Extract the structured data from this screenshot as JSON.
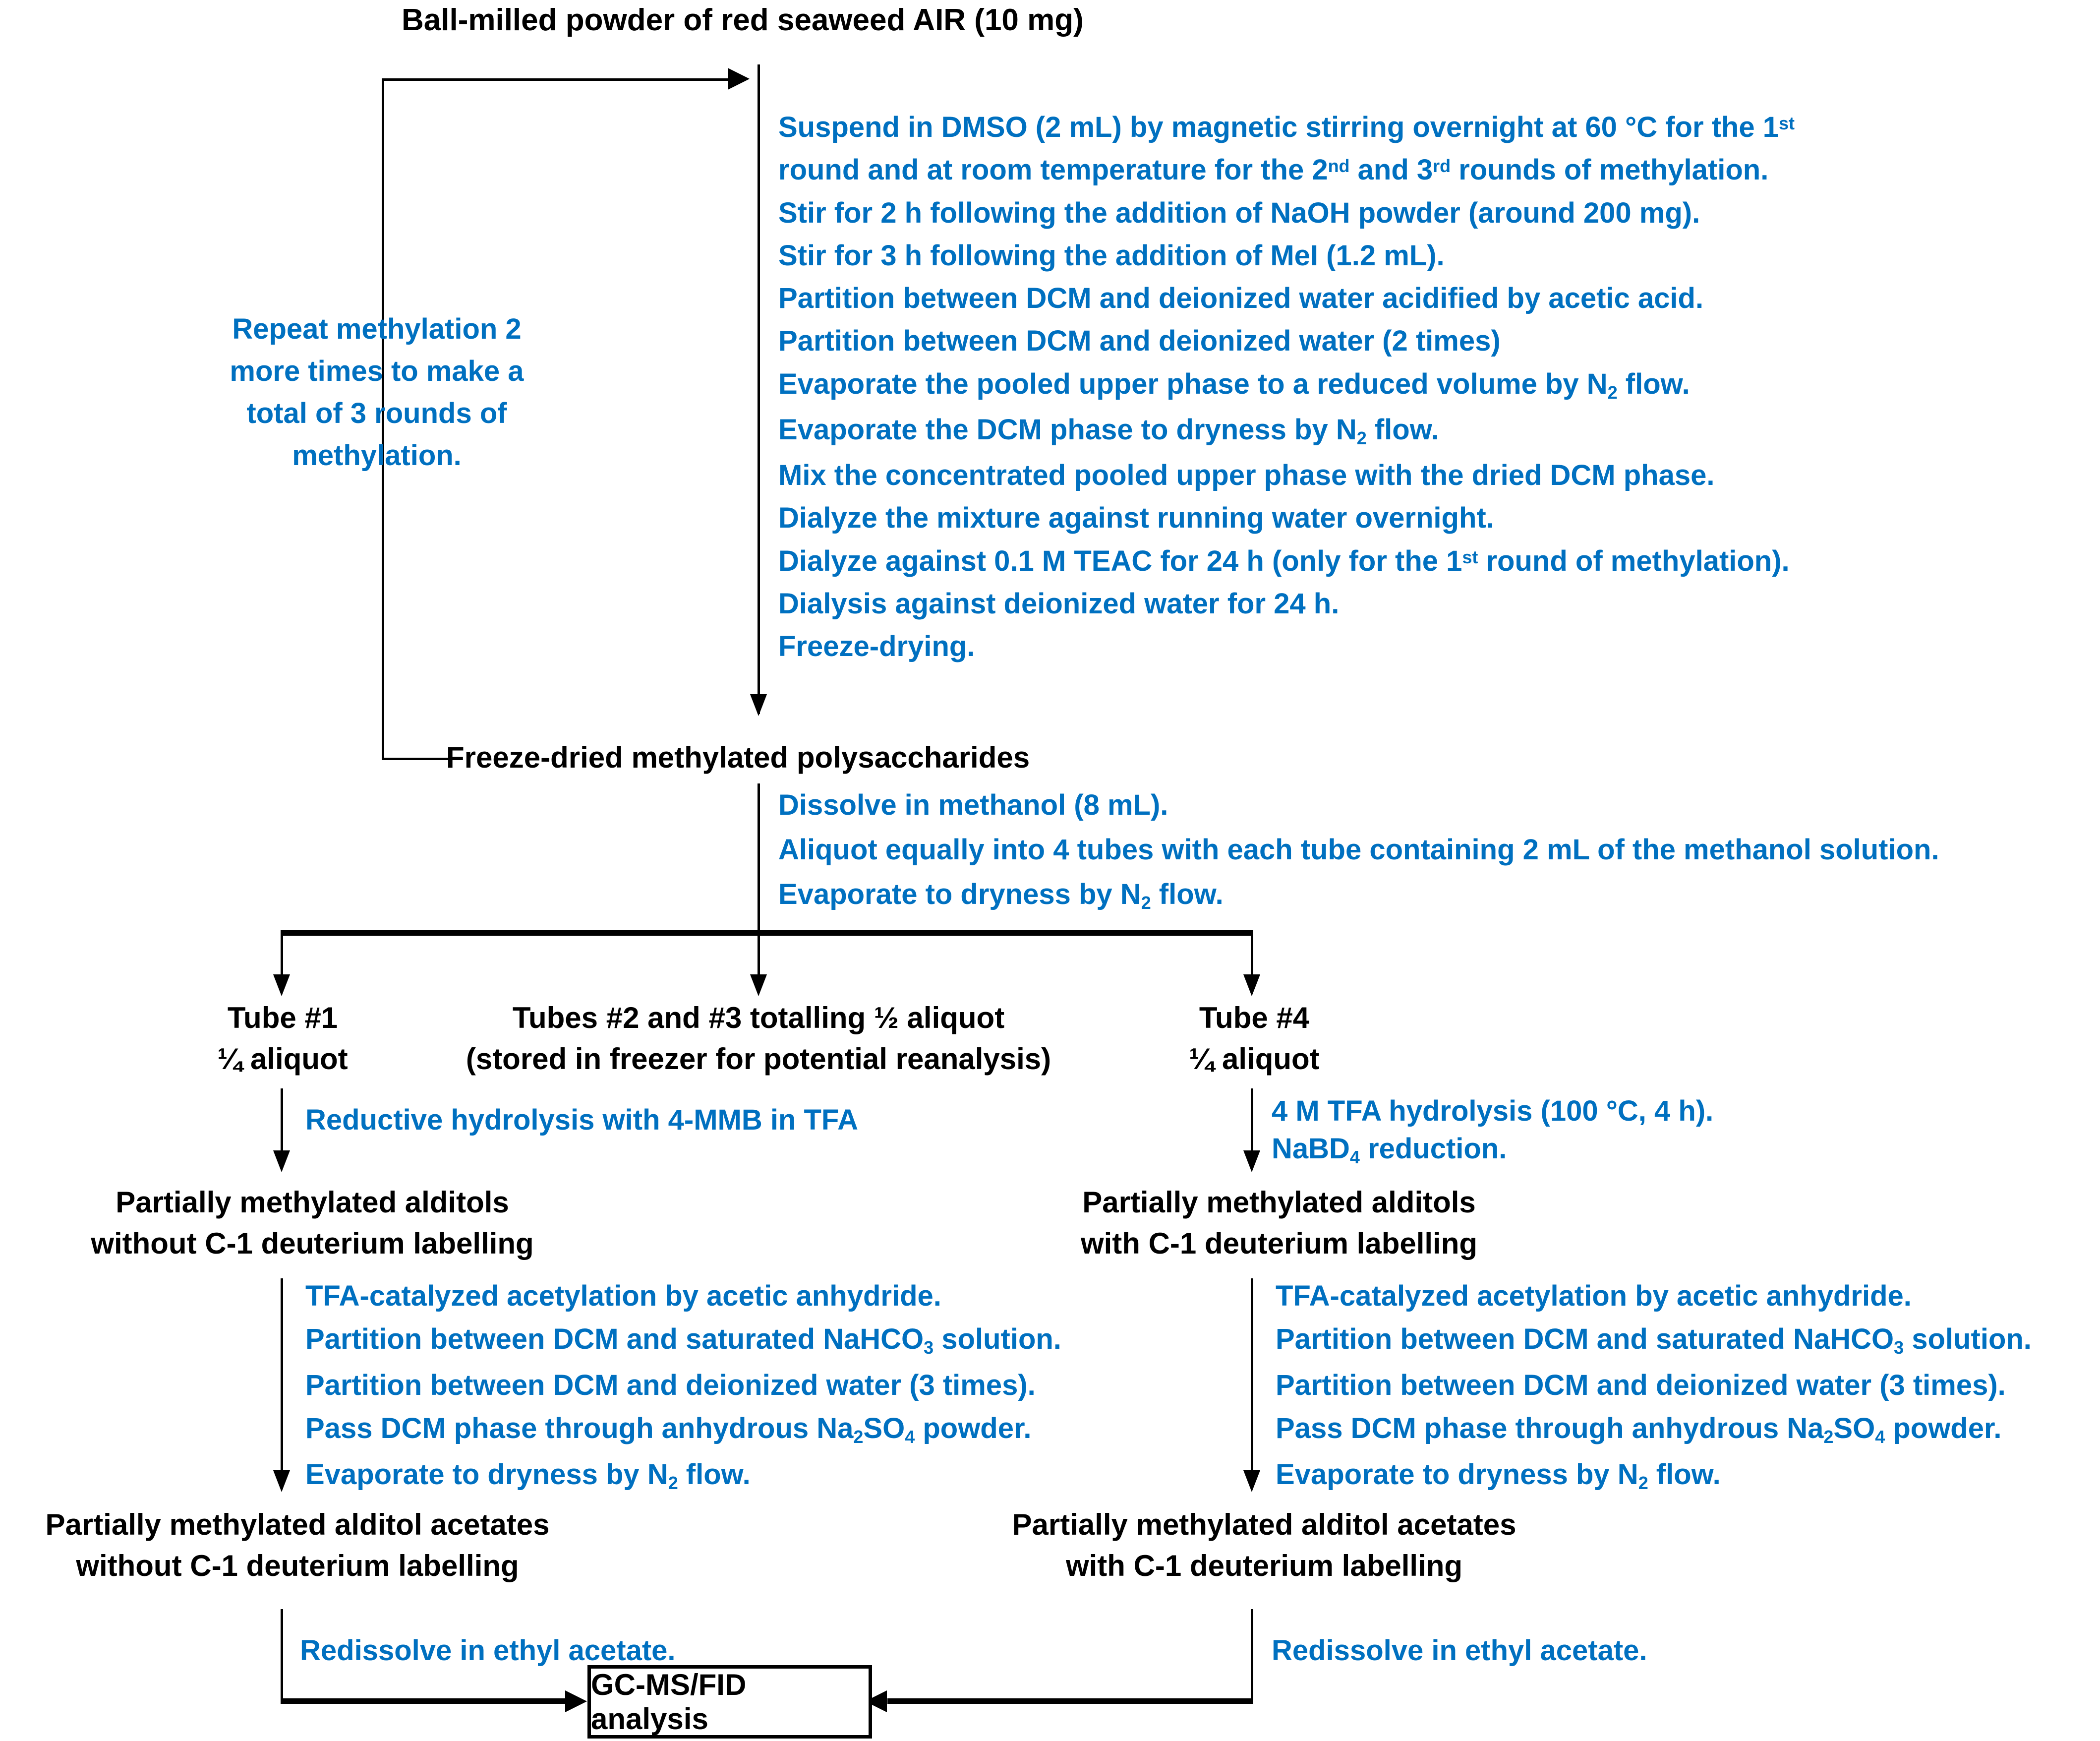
{
  "diagram": {
    "title_node": "Ball-milled powder of red seaweed AIR (10 mg)",
    "accent_blue": "#0070C0",
    "node_black": "#000000"
  },
  "methylation": {
    "steps": [
      "Suspend in DMSO (2 mL) by magnetic stirring overnight at 60 °C for the 1st",
      "round and at room temperature for the 2nd and 3rd rounds of methylation.",
      "Stir for 2 h following the addition of NaOH powder (around 200 mg).",
      "Stir for 3 h following the addition of MeI (1.2 mL).",
      "Partition between DCM and deionized water acidified by acetic acid.",
      "Partition between DCM and deionized water (2 times)",
      "Evaporate the pooled upper phase to a reduced volume by N2 flow.",
      "Evaporate the DCM phase to dryness by N2 flow.",
      "Mix the concentrated pooled upper phase with the dried DCM phase.",
      "Dialyze the mixture against running water overnight.",
      "Dialyze against 0.1 M TEAC for 24 h (only for the 1st round of methylation).",
      "Dialysis against deionized water for 24 h.",
      "Freeze-drying."
    ],
    "recycle_note_lines": [
      "Repeat methylation 2",
      "more times to make a",
      "total of 3 rounds of",
      "methylation."
    ]
  },
  "freeze_dried_node": "Freeze-dried methylated polysaccharides",
  "aliquot_steps": [
    "Dissolve in methanol (8 mL).",
    "Aliquot equally into 4 tubes with each tube containing 2 mL of the methanol solution.",
    "Evaporate to dryness by N2 flow."
  ],
  "tubes": {
    "tube1": {
      "line1": "Tube #1",
      "line2": "¼ aliquot"
    },
    "tube23": {
      "line1": "Tubes #2 and #3 totalling ½ aliquot",
      "line2": "(stored in freezer for potential reanalysis)"
    },
    "tube4": {
      "line1": "Tube #4",
      "line2": "¼ aliquot"
    }
  },
  "left_branch": {
    "hydrolysis_step": "Reductive hydrolysis with 4-MMB in TFA",
    "alditols_line1": "Partially methylated alditols",
    "alditols_line2": "without C-1 deuterium labelling",
    "acetylation_steps": [
      "TFA-catalyzed acetylation by acetic anhydride.",
      "Partition between DCM and saturated NaHCO3 solution.",
      "Partition between DCM and deionized water (3 times).",
      "Pass DCM phase through anhydrous Na2SO4 powder.",
      "Evaporate to dryness by N2 flow."
    ],
    "acetates_line1": "Partially methylated alditol acetates",
    "acetates_line2": "without C-1 deuterium labelling",
    "redissolve_step": "Redissolve in ethyl acetate."
  },
  "right_branch": {
    "hydrolysis_step_1": "4 M TFA hydrolysis (100 °C, 4 h).",
    "hydrolysis_step_2": "NaBD4 reduction.",
    "alditols_line1": "Partially methylated alditols",
    "alditols_line2": "with C-1 deuterium labelling",
    "acetylation_steps": [
      "TFA-catalyzed acetylation by acetic anhydride.",
      "Partition between DCM and saturated NaHCO3 solution.",
      "Partition between DCM and deionized water (3 times).",
      "Pass DCM phase through anhydrous Na2SO4 powder.",
      "Evaporate to dryness by N2 flow."
    ],
    "acetates_line1": "Partially methylated alditol acetates",
    "acetates_line2": "with C-1 deuterium labelling",
    "redissolve_step": "Redissolve in ethyl acetate."
  },
  "final_node": "GC-MS/FID analysis"
}
